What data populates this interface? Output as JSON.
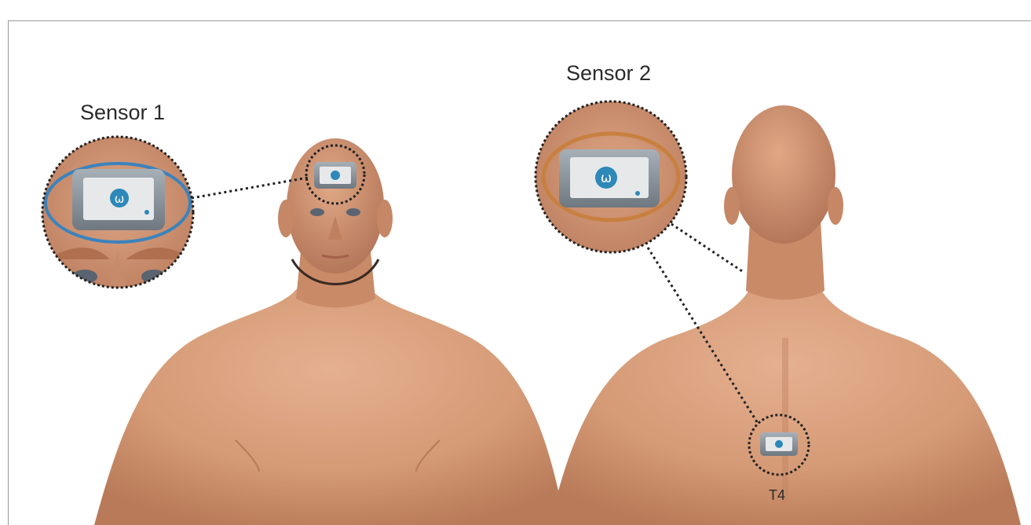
{
  "labels": {
    "sensor_1": "Sensor 1",
    "sensor_2": "Sensor 2",
    "t4": "T4"
  },
  "device": {
    "logo_glyph": "ω"
  },
  "colors": {
    "skin": "#d9a07c",
    "skin_shadow": "#b8795a",
    "device_body": "#8a949c",
    "device_screen": "#e6e8ea",
    "logo": "#2e88b8",
    "ring_blue": "#3a83bd",
    "ring_orange": "#c88040",
    "dotted_line": "#222222"
  },
  "icons": [
    "wearable-sensor-icon"
  ]
}
